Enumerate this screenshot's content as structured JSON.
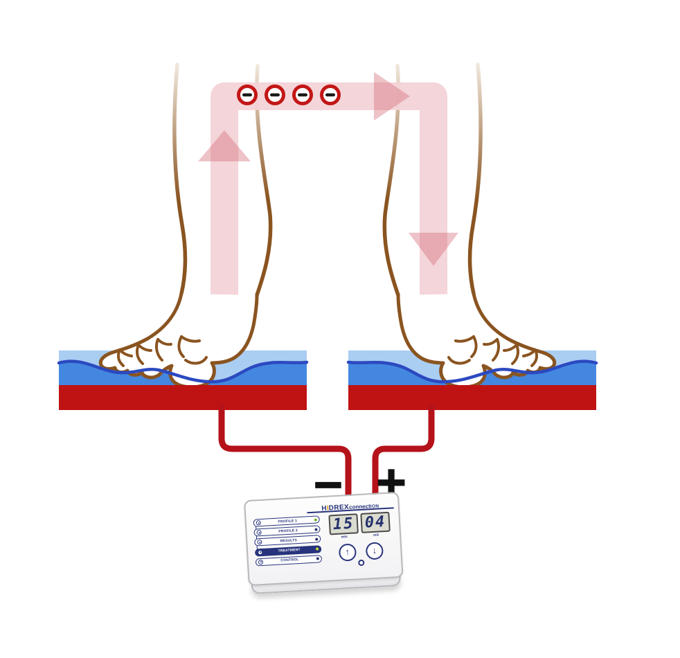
{
  "scene": {
    "polarity_markers": {
      "symbol": "−",
      "count": 4
    },
    "terminals": {
      "negative": "−",
      "positive": "+"
    }
  },
  "device": {
    "brand": {
      "h": "H",
      "accent_i": "I",
      "drex": "DREX",
      "product": "connect",
      "product_suffix": "ION"
    },
    "menu_items": [
      {
        "label": "PROFILE 1",
        "active": false,
        "led": "#76b82a"
      },
      {
        "label": "PROFILE 2",
        "active": false,
        "led": "#28306e"
      },
      {
        "label": "RESULTS",
        "active": false,
        "led": "#28306e"
      },
      {
        "label": "TREATMENT",
        "active": true,
        "led": "#cadb2a"
      },
      {
        "label": "CONTROL",
        "active": false,
        "led": "#28306e"
      }
    ],
    "display": {
      "left_value": "15",
      "right_value": "04",
      "left_unit": "min",
      "right_unit": "mA"
    },
    "controls": {
      "up_symbol": "↑",
      "down_symbol": "↓"
    }
  },
  "colors": {
    "current_band": "#f3d3d7",
    "current_arrow": "#d4717c",
    "polarity_ring": "#c31616",
    "water_light": "#aacdf2",
    "water_mid": "#4487e0",
    "water_line": "#2b49c0",
    "tray_red": "#bf1313",
    "cable_red": "#b5121a",
    "skin_outline": "#8a5420",
    "device_navy": "#27337c"
  }
}
